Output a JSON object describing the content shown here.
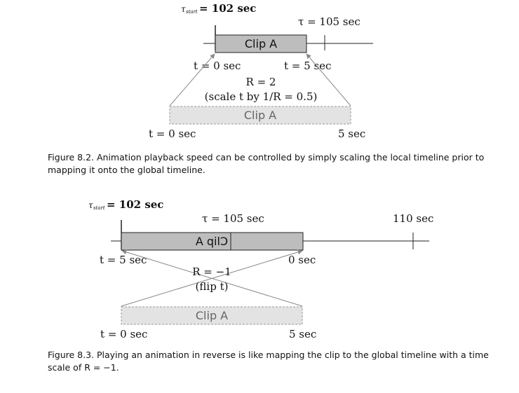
{
  "fig82": {
    "tau_start_label": "τ",
    "tau_start_sub": "start",
    "tau_start_value": "= 102 sec",
    "tau_end_label": "τ = 105 sec",
    "clip_label": "Clip A",
    "t0_top": "t = 0 sec",
    "t5_top": "t = 5 sec",
    "rate_label": "R = 2",
    "rate_note": "(scale t by 1/R = 0.5)",
    "local_clip_label": "Clip A",
    "t0_bottom": "t = 0 sec",
    "t5_bottom": "5 sec",
    "caption_number": "Figure 8.2.",
    "caption_text": "Animation playback speed can be controlled by simply scaling the local timeline prior to mapping it onto the global timeline."
  },
  "fig83": {
    "tau_start_label": "τ",
    "tau_start_sub": "start",
    "tau_start_value": "= 102 sec",
    "tau_mid_label": "τ = 105 sec",
    "tau_end_label": "110 sec",
    "clip_label": "A qilƆ",
    "t5_top": "t = 5 sec",
    "t0_top": "0 sec",
    "rate_label": "R = −1",
    "rate_note": "(flip t)",
    "local_clip_label": "Clip A",
    "t0_bottom": "t = 0 sec",
    "t5_bottom": "5 sec",
    "caption_number": "Figure 8.3.",
    "caption_text": "Playing an animation in reverse is like mapping the clip to the global timeline with a time scale of R = −1."
  }
}
